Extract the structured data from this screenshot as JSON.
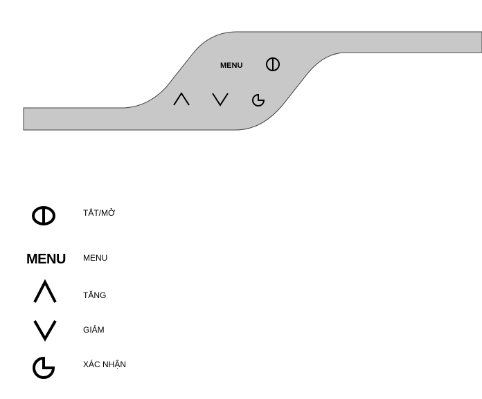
{
  "panel": {
    "fill_color": "#c8c8c8",
    "outline_color": "#404040",
    "menu_label": "MENU",
    "buttons": [
      {
        "name": "menu-button",
        "label": "MENU"
      },
      {
        "name": "power-button",
        "icon": "power-icon"
      },
      {
        "name": "up-button",
        "icon": "chevron-up-icon"
      },
      {
        "name": "down-button",
        "icon": "chevron-down-icon"
      },
      {
        "name": "confirm-button",
        "icon": "confirm-icon"
      }
    ]
  },
  "legend": {
    "items": [
      {
        "icon": "power-icon",
        "label": "TẮT/MỞ"
      },
      {
        "icon": "menu-text-icon",
        "icon_text": "MENU",
        "label": "MENU"
      },
      {
        "icon": "chevron-up-icon",
        "label": "TĂNG"
      },
      {
        "icon": "chevron-down-icon",
        "label": "GIẢM"
      },
      {
        "icon": "confirm-icon",
        "label": "XÁC NHẬN"
      }
    ]
  }
}
